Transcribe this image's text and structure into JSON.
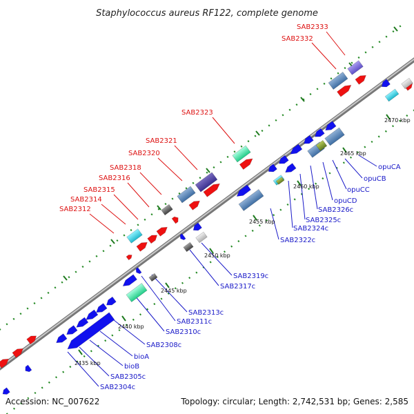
{
  "title": "Staphylococcus aureus RF122, complete genome",
  "footer": {
    "accession": "Accession: NC_007622",
    "topology": "Topology: circular; Length: 2,742,531 bp; Genes: 2,585"
  },
  "kbp_labels": [
    "2435 kbp",
    "2440 kbp",
    "2445 kbp",
    "2450 kbp",
    "2455 kbp",
    "2460 kbp",
    "2465 kbp",
    "2470 kbp"
  ],
  "top_labels": [
    "SAB2333",
    "SAB2332",
    "SAB2323",
    "SAB2321",
    "SAB2320",
    "SAB2318",
    "SAB2316",
    "SAB2315",
    "SAB2314",
    "SAB2312"
  ],
  "bottom_labels": [
    "opuCA",
    "opuCB",
    "opuCC",
    "opuCD",
    "SAB2326c",
    "SAB2325c",
    "SAB2324c",
    "SAB2322c",
    "SAB2319c",
    "SAB2317c",
    "SAB2313c",
    "SAB2311c",
    "SAB2310c",
    "SAB2308c",
    "bioA",
    "bioB",
    "SAB2305c",
    "SAB2304c"
  ],
  "colors": {
    "forward_gene": "#ee1111",
    "reverse_gene": "#1111ee",
    "label_forward": "#dd1010",
    "label_reverse": "#1818c8",
    "backbone": "#909090",
    "tick_dot": "#228822"
  }
}
